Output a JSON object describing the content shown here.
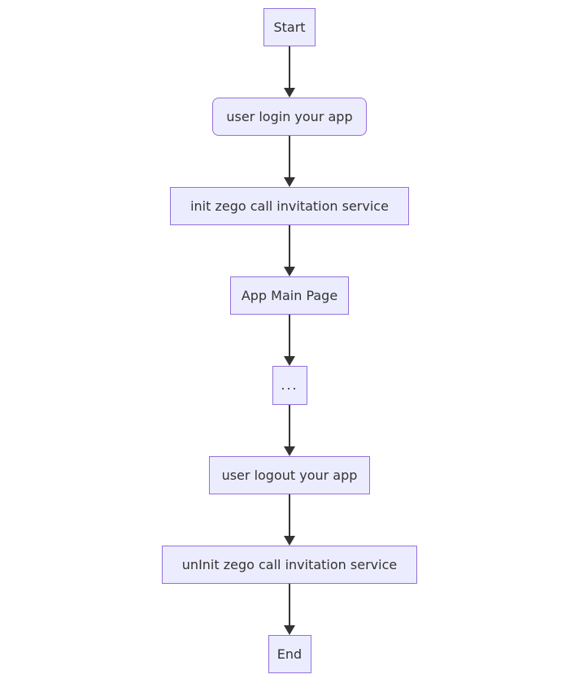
{
  "diagram": {
    "type": "flowchart",
    "direction": "top-down",
    "colors": {
      "background": "#FFFFFF",
      "node_fill": "#ECECFF",
      "node_border": "#9370DB",
      "arrow": "#333333",
      "text": "#333333"
    },
    "nodes": [
      {
        "id": "start",
        "label": "Start",
        "shape": "rect"
      },
      {
        "id": "login",
        "label": "user login your app",
        "shape": "rounded"
      },
      {
        "id": "init",
        "label": "init zego call invitation service",
        "shape": "rect"
      },
      {
        "id": "main",
        "label": "App Main Page",
        "shape": "rect"
      },
      {
        "id": "dots",
        "label": "...",
        "shape": "rect"
      },
      {
        "id": "logout",
        "label": "user logout your app",
        "shape": "rect"
      },
      {
        "id": "uninit",
        "label": "unInit zego call invitation service",
        "shape": "rect"
      },
      {
        "id": "end",
        "label": "End",
        "shape": "rect"
      }
    ],
    "edges": [
      {
        "from": "start",
        "to": "login",
        "style": "arrow"
      },
      {
        "from": "login",
        "to": "init",
        "style": "arrow"
      },
      {
        "from": "init",
        "to": "main",
        "style": "arrow"
      },
      {
        "from": "main",
        "to": "dots",
        "style": "arrow"
      },
      {
        "from": "dots",
        "to": "logout",
        "style": "arrow"
      },
      {
        "from": "logout",
        "to": "uninit",
        "style": "arrow"
      },
      {
        "from": "uninit",
        "to": "end",
        "style": "arrow"
      }
    ]
  }
}
